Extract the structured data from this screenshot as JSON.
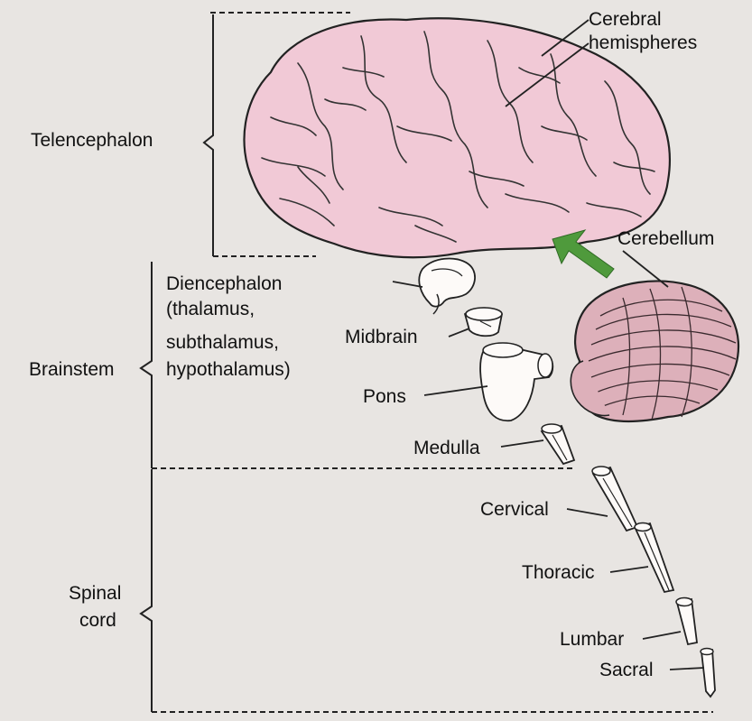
{
  "labels": {
    "telencephalon": "Telencephalon",
    "cerebral_hemispheres_line1": "Cerebral",
    "cerebral_hemispheres_line2": "hemispheres",
    "cerebellum": "Cerebellum",
    "diencephalon_line1": "Diencephalon",
    "diencephalon_line2": "(thalamus,",
    "diencephalon_line3": "subthalamus,",
    "diencephalon_line4": "hypothalamus)",
    "midbrain": "Midbrain",
    "brainstem": "Brainstem",
    "pons": "Pons",
    "medulla": "Medulla",
    "cervical": "Cervical",
    "thoracic": "Thoracic",
    "spinal_cord_line1": "Spinal",
    "spinal_cord_line2": "cord",
    "lumbar": "Lumbar",
    "sacral": "Sacral"
  },
  "colors": {
    "brain_fill": "#f1c9d6",
    "cerebellum_fill": "#ddb0ba",
    "arrow_green": "#4f9a3c",
    "outline": "#222222"
  }
}
